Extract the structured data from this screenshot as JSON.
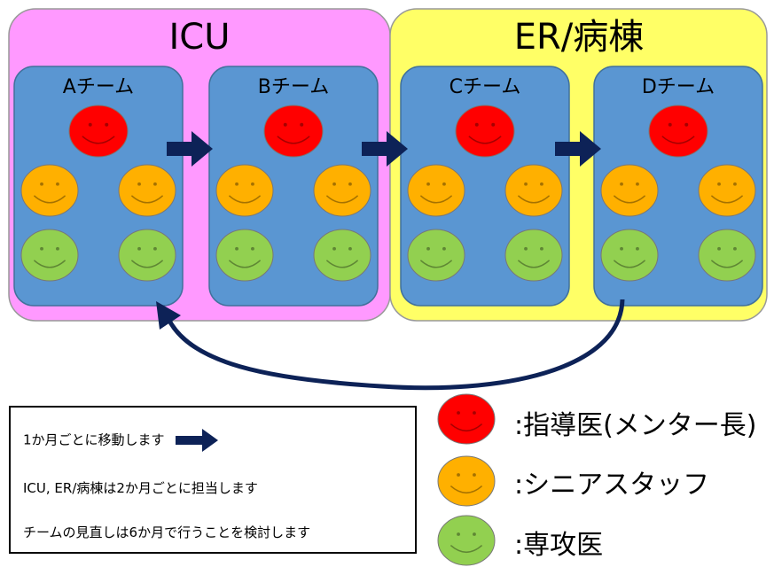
{
  "zones": [
    {
      "title": "ICU",
      "color": "#ff99ff"
    },
    {
      "title": "ER/病棟",
      "color": "#ffff66"
    }
  ],
  "teams": [
    {
      "label": "Aチーム"
    },
    {
      "label": "Bチーム"
    },
    {
      "label": "Cチーム"
    },
    {
      "label": "Dチーム"
    }
  ],
  "colors": {
    "team_box": "#5a96d2",
    "arrow": "#0d2257",
    "red_face": "#ff0000",
    "orange_face": "#ffb000",
    "green_face": "#92d050"
  },
  "notes": {
    "line1": "1か月ごとに移動します",
    "line2": "ICU, ER/病棟は2か月ごとに担当します",
    "line3": "チームの見直しは6か月で行うことを検討します"
  },
  "legend": [
    {
      "label": ":指導医(メンター長)",
      "color": "#ff0000"
    },
    {
      "label": ":シニアスタッフ",
      "color": "#ffb000"
    },
    {
      "label": ":専攻医",
      "color": "#92d050"
    }
  ]
}
